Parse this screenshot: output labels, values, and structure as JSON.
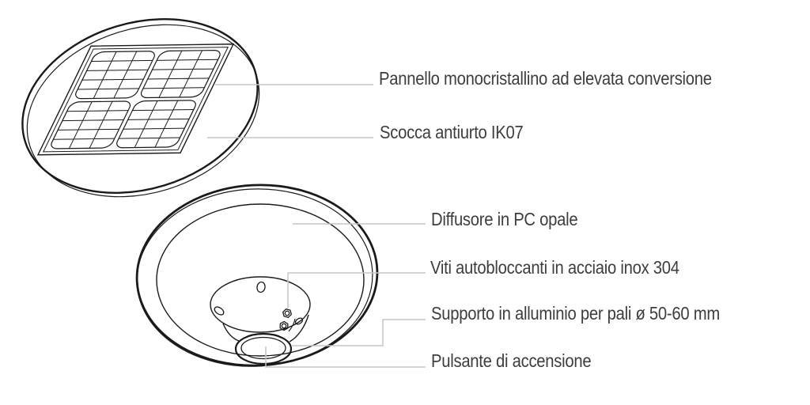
{
  "diagram": {
    "labels": {
      "panel": "Pannello monocristallino ad elevata conversione",
      "shell": "Scocca antiurto IK07",
      "diffuser": "Diffusore in PC opale",
      "screws": "Viti autobloccanti in acciaio inox 304",
      "support": "Supporto in alluminio per pali ø 50-60 mm",
      "button": "Pulsante di accensione"
    },
    "colors": {
      "background": "#ffffff",
      "line_art": "#1a1a1a",
      "leader_line": "#c5c5c5",
      "label_text": "#3d3d3d"
    }
  }
}
